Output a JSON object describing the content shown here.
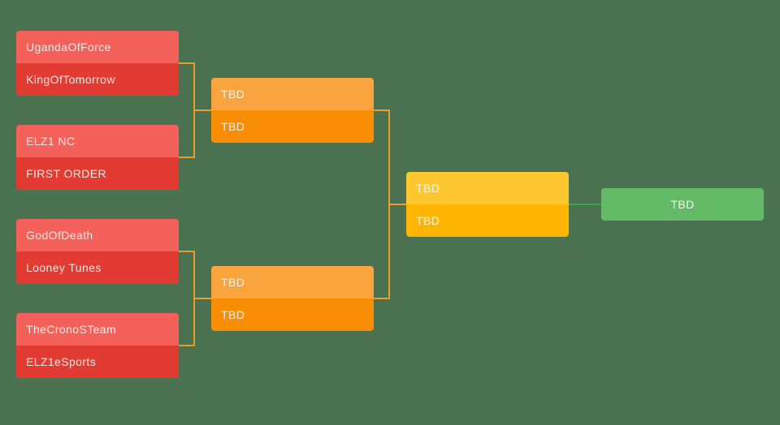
{
  "colors": {
    "background": "#4a7150",
    "red_light": "#f4605a",
    "red_dark": "#e23b33",
    "orange_light": "#f9a43f",
    "orange_dark": "#f98e06",
    "yellow_light": "#fdc72f",
    "yellow_dark": "#fdb502",
    "green_winner": "#63bb67",
    "connector_orange": "#ef9b28",
    "connector_green": "#3fa54b",
    "text": "#fffcf5"
  },
  "bracket": {
    "round1": [
      {
        "top": "UgandaOfForce",
        "bottom": "KingOfTomorrow"
      },
      {
        "top": "ELZ1 NC",
        "bottom": "FIRST ORDER"
      },
      {
        "top": "GodOfDeath",
        "bottom": "Looney Tunes"
      },
      {
        "top": "TheCronoSTeam",
        "bottom": "ELZ1eSports"
      }
    ],
    "round2": [
      {
        "top": "TBD",
        "bottom": "TBD"
      },
      {
        "top": "TBD",
        "bottom": "TBD"
      }
    ],
    "round3": [
      {
        "top": "TBD",
        "bottom": "TBD"
      }
    ],
    "winner": {
      "label": "TBD"
    }
  }
}
